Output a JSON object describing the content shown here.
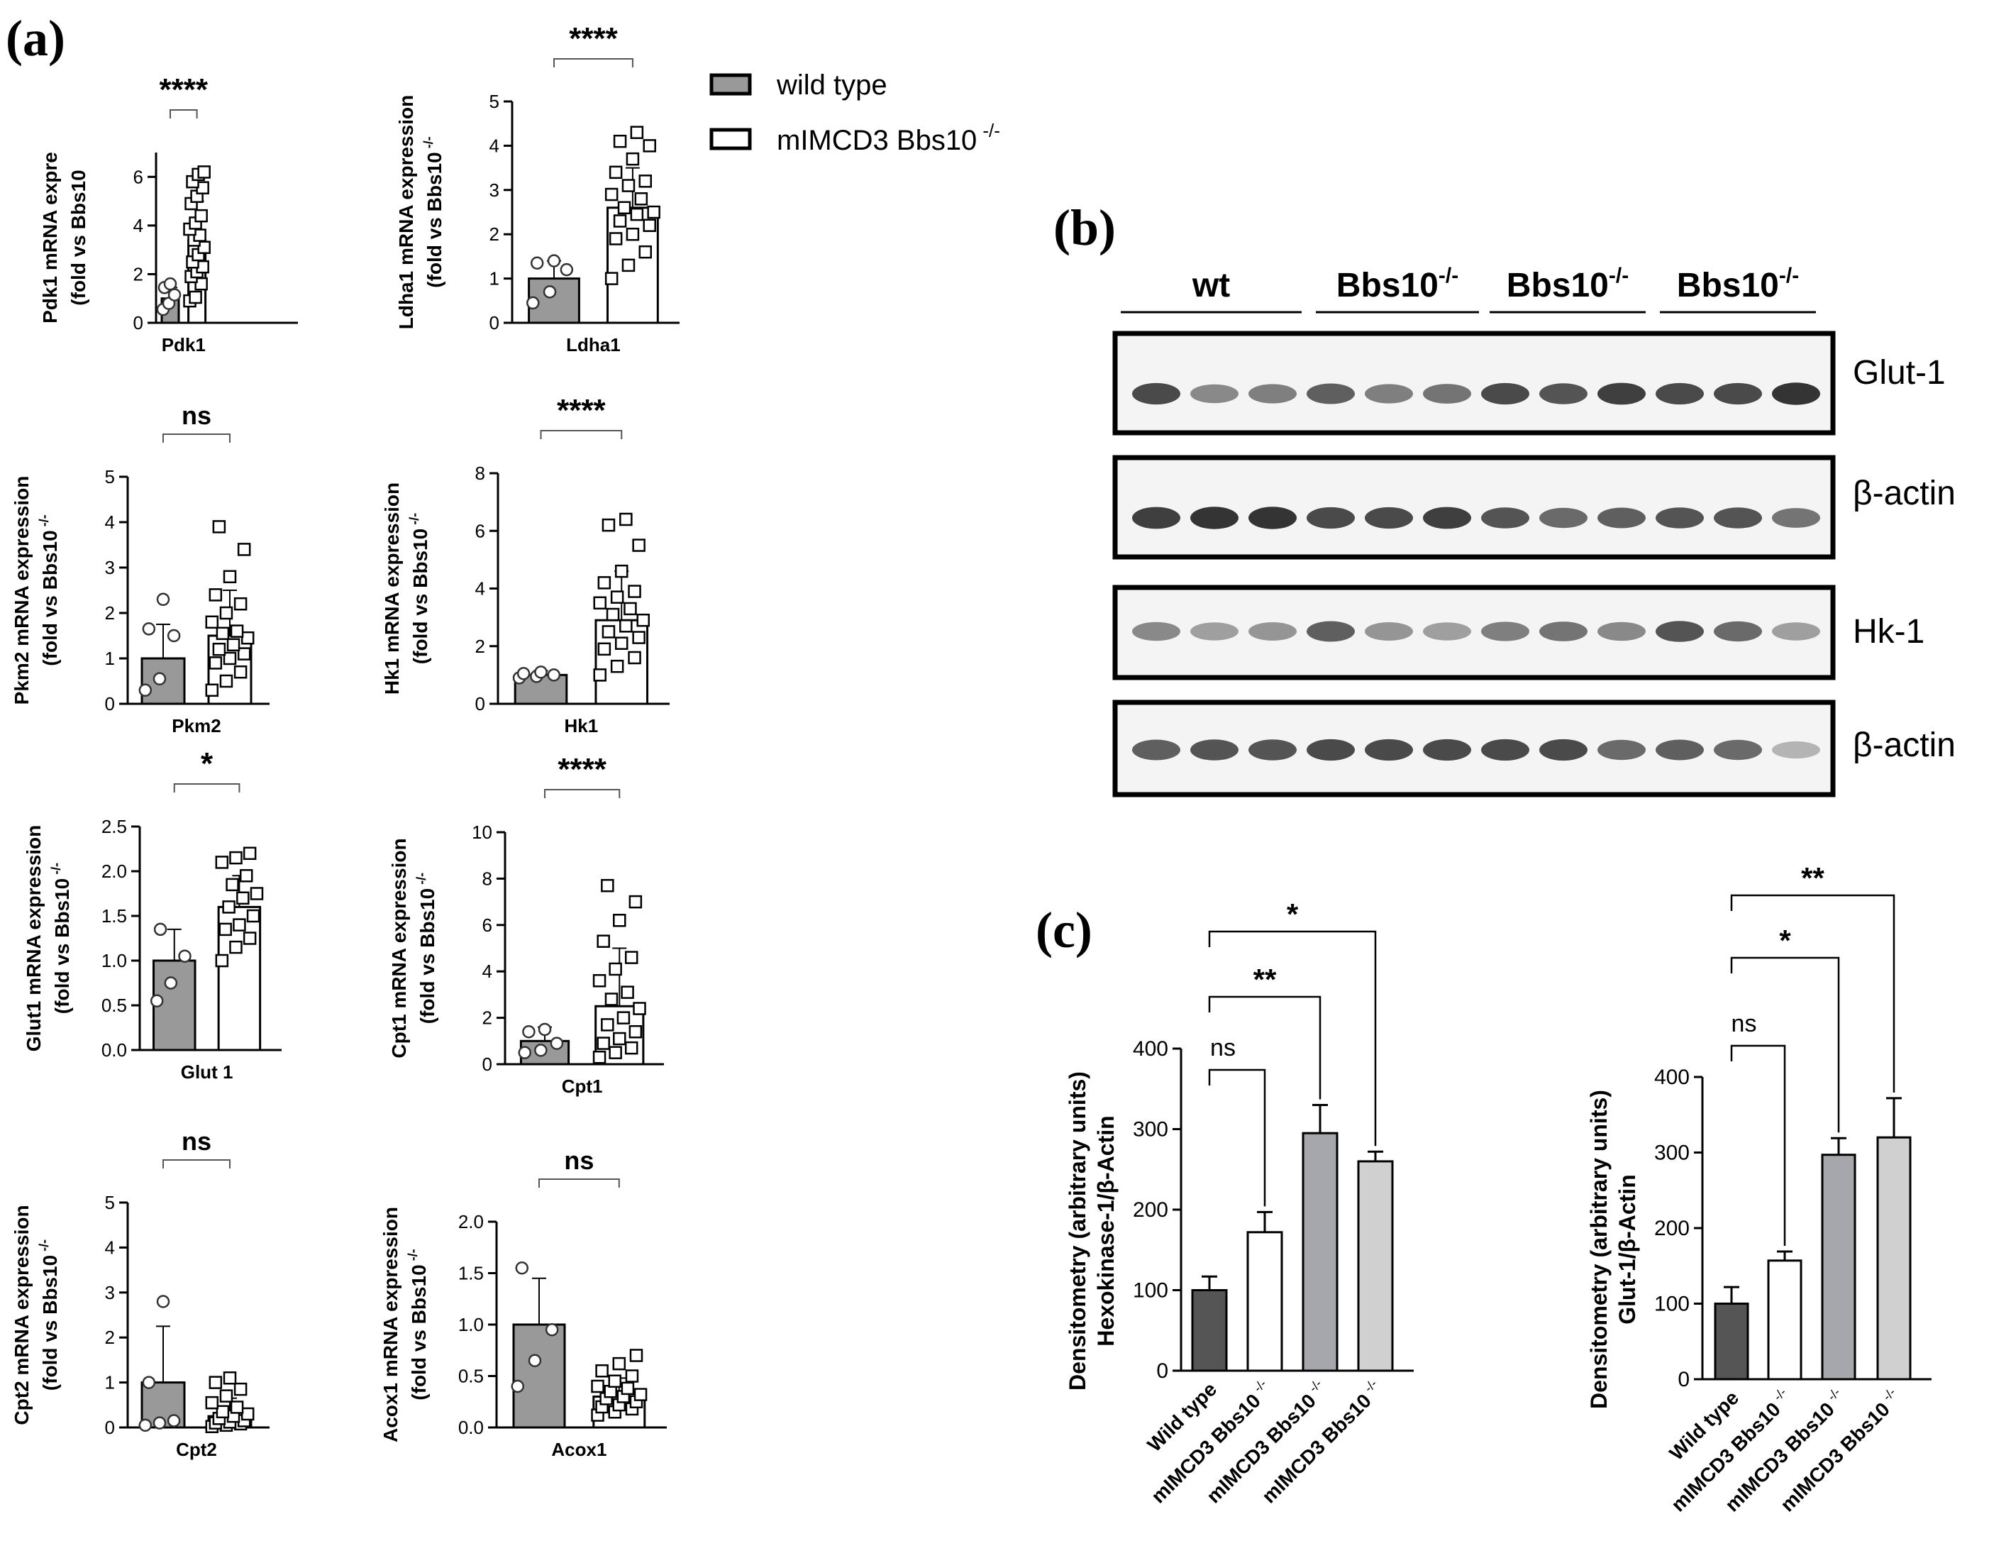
{
  "panels": {
    "a": "(a)",
    "b": "(b)",
    "c": "(c)"
  },
  "legend": {
    "items": [
      {
        "label": "wild type",
        "fill": "#999999"
      },
      {
        "label": "mIMCD3 Bbs10",
        "sup": "-/-",
        "fill": "#ffffff"
      }
    ]
  },
  "western_blot": {
    "groups": [
      {
        "label": "wt",
        "sup": ""
      },
      {
        "label": "Bbs10",
        "sup": "-/-"
      },
      {
        "label": "Bbs10",
        "sup": "-/-"
      },
      {
        "label": "Bbs10",
        "sup": "-/-"
      }
    ],
    "rows": [
      {
        "label": "Glut-1",
        "intensity": [
          0.85,
          0.55,
          0.6,
          0.75,
          0.6,
          0.65,
          0.85,
          0.8,
          0.9,
          0.85,
          0.85,
          0.95
        ]
      },
      {
        "label": "β-actin",
        "intensity": [
          0.9,
          0.95,
          0.95,
          0.85,
          0.85,
          0.9,
          0.8,
          0.7,
          0.75,
          0.8,
          0.8,
          0.65
        ]
      },
      {
        "label": "Hk-1",
        "intensity": [
          0.55,
          0.45,
          0.5,
          0.75,
          0.5,
          0.45,
          0.6,
          0.65,
          0.55,
          0.8,
          0.7,
          0.45
        ]
      },
      {
        "label": "β-actin",
        "intensity": [
          0.75,
          0.8,
          0.8,
          0.85,
          0.85,
          0.85,
          0.85,
          0.85,
          0.7,
          0.75,
          0.7,
          0.35
        ]
      }
    ]
  },
  "chart_data": [
    {
      "id": "pdk1",
      "type": "bar",
      "ylabel1": "Pdk1 mRNA expre",
      "ylabel2": "(fold vs Bbs10",
      "ylabel2_sup": "",
      "xlabel": "Pdk1",
      "ylim": [
        0,
        7
      ],
      "yticks": [
        0,
        2,
        4,
        6
      ],
      "ytick_labels": [
        "0",
        "2",
        "4",
        "6"
      ],
      "sig": "****",
      "series": [
        {
          "name": "wild type",
          "values": [
            1.0
          ],
          "error": 0.45,
          "points": [
            0.55,
            0.8,
            1.15,
            1.45,
            1.6
          ]
        },
        {
          "name": "mIMCD3 Bbs10 -/-",
          "values": [
            3.4
          ],
          "error": 1.6,
          "points": [
            0.9,
            1.05,
            1.6,
            1.9,
            2.1,
            2.3,
            2.5,
            2.8,
            3.1,
            3.4,
            3.6,
            3.85,
            4.1,
            4.4,
            4.9,
            5.2,
            5.55,
            5.8,
            6.1,
            6.2
          ]
        }
      ]
    },
    {
      "id": "ldha1",
      "type": "bar",
      "ylabel1": "Ldha1 mRNA expression",
      "ylabel2": "(fold vs Bbs10",
      "ylabel2_sup": "-/-",
      "xlabel": "Ldha1",
      "ylim": [
        0,
        5
      ],
      "yticks": [
        0,
        1,
        2,
        3,
        4,
        5
      ],
      "ytick_labels": [
        "0",
        "1",
        "2",
        "3",
        "4",
        "5"
      ],
      "sig": "****",
      "series": [
        {
          "name": "wild type",
          "values": [
            1.0
          ],
          "error": 0.4,
          "points": [
            0.45,
            0.7,
            1.2,
            1.35,
            1.4
          ]
        },
        {
          "name": "mIMCD3 Bbs10 -/-",
          "values": [
            2.6
          ],
          "error": 0.9,
          "points": [
            1.0,
            1.3,
            1.6,
            1.9,
            2.0,
            2.2,
            2.3,
            2.45,
            2.5,
            2.6,
            2.8,
            2.9,
            3.1,
            3.2,
            3.4,
            3.7,
            4.0,
            4.1,
            4.3
          ]
        }
      ]
    },
    {
      "id": "pkm2",
      "type": "bar",
      "ylabel1": "Pkm2 mRNA expression",
      "ylabel2": "(fold vs Bbs10",
      "ylabel2_sup": "-/-",
      "xlabel": "Pkm2",
      "ylim": [
        0,
        5
      ],
      "yticks": [
        0,
        1,
        2,
        3,
        4,
        5
      ],
      "ytick_labels": [
        "0",
        "1",
        "2",
        "3",
        "4",
        "5"
      ],
      "sig": "ns",
      "series": [
        {
          "name": "wild type",
          "values": [
            1.0
          ],
          "error": 0.75,
          "points": [
            0.3,
            0.55,
            1.5,
            1.65,
            2.3
          ]
        },
        {
          "name": "mIMCD3 Bbs10 -/-",
          "values": [
            1.5
          ],
          "error": 1.0,
          "points": [
            0.3,
            0.5,
            0.7,
            0.9,
            1.0,
            1.1,
            1.2,
            1.3,
            1.45,
            1.55,
            1.6,
            1.8,
            2.0,
            2.2,
            2.4,
            2.8,
            3.4,
            3.9
          ]
        }
      ]
    },
    {
      "id": "hk1",
      "type": "bar",
      "ylabel1": "Hk1 mRNA expression",
      "ylabel2": "(fold vs Bbs10",
      "ylabel2_sup": "-/-",
      "xlabel": "Hk1",
      "ylim": [
        0,
        8
      ],
      "yticks": [
        0,
        2,
        4,
        6,
        8
      ],
      "ytick_labels": [
        "0",
        "2",
        "4",
        "6",
        "8"
      ],
      "sig": "****",
      "series": [
        {
          "name": "wild type",
          "values": [
            1.0
          ],
          "error": 0.15,
          "points": [
            0.9,
            0.95,
            1.0,
            1.05,
            1.1
          ]
        },
        {
          "name": "mIMCD3 Bbs10 -/-",
          "values": [
            2.9
          ],
          "error": 1.7,
          "points": [
            1.0,
            1.3,
            1.6,
            1.9,
            2.1,
            2.3,
            2.5,
            2.7,
            2.9,
            3.1,
            3.3,
            3.5,
            3.7,
            3.9,
            4.2,
            4.6,
            5.5,
            6.2,
            6.4
          ]
        }
      ]
    },
    {
      "id": "glut1",
      "type": "bar",
      "ylabel1": "Glut1 mRNA expression",
      "ylabel2": "(fold vs Bbs10",
      "ylabel2_sup": "-/-",
      "xlabel": "Glut 1",
      "ylim": [
        0,
        2.5
      ],
      "yticks": [
        0,
        0.5,
        1.0,
        1.5,
        2.0,
        2.5
      ],
      "ytick_labels": [
        "0.0",
        "0.5",
        "1.0",
        "1.5",
        "2.0",
        "2.5"
      ],
      "sig": "*",
      "series": [
        {
          "name": "wild type",
          "values": [
            1.0
          ],
          "error": 0.35,
          "points": [
            0.55,
            0.75,
            1.05,
            1.35
          ]
        },
        {
          "name": "mIMCD3 Bbs10 -/-",
          "values": [
            1.6
          ],
          "error": 0.35,
          "points": [
            1.0,
            1.15,
            1.25,
            1.35,
            1.4,
            1.5,
            1.6,
            1.7,
            1.75,
            1.85,
            1.95,
            2.1,
            2.15,
            2.2
          ]
        }
      ]
    },
    {
      "id": "cpt1",
      "type": "bar",
      "ylabel1": "Cpt1 mRNA expression",
      "ylabel2": "(fold vs Bbs10",
      "ylabel2_sup": "-/-",
      "xlabel": "Cpt1",
      "ylim": [
        0,
        10
      ],
      "yticks": [
        0,
        2,
        4,
        6,
        8,
        10
      ],
      "ytick_labels": [
        "0",
        "2",
        "4",
        "6",
        "8",
        "10"
      ],
      "sig": "****",
      "series": [
        {
          "name": "wild type",
          "values": [
            1.0
          ],
          "error": 0.6,
          "points": [
            0.5,
            0.6,
            0.9,
            1.4,
            1.5
          ]
        },
        {
          "name": "mIMCD3 Bbs10 -/-",
          "values": [
            2.5
          ],
          "error": 2.5,
          "points": [
            0.3,
            0.5,
            0.7,
            0.9,
            1.1,
            1.4,
            1.7,
            2.0,
            2.4,
            2.8,
            3.1,
            3.6,
            4.1,
            4.6,
            5.3,
            6.2,
            7.0,
            7.7
          ]
        }
      ]
    },
    {
      "id": "cpt2",
      "type": "bar",
      "ylabel1": "Cpt2 mRNA expression",
      "ylabel2": "(fold vs Bbs10",
      "ylabel2_sup": "-/-",
      "xlabel": "Cpt2",
      "ylim": [
        0,
        5
      ],
      "yticks": [
        0,
        1,
        2,
        3,
        4,
        5
      ],
      "ytick_labels": [
        "0",
        "1",
        "2",
        "3",
        "4",
        "5"
      ],
      "sig": "ns",
      "series": [
        {
          "name": "wild type",
          "values": [
            1.0
          ],
          "error": 1.25,
          "points": [
            0.05,
            0.1,
            0.15,
            1.0,
            2.8
          ]
        },
        {
          "name": "mIMCD3 Bbs10 -/-",
          "values": [
            0.25
          ],
          "error": 0.4,
          "points": [
            0.02,
            0.05,
            0.08,
            0.1,
            0.12,
            0.15,
            0.2,
            0.25,
            0.3,
            0.35,
            0.45,
            0.55,
            0.7,
            0.85,
            1.0,
            1.1
          ]
        }
      ]
    },
    {
      "id": "acox1",
      "type": "bar",
      "ylabel1": "Acox1 mRNA expression",
      "ylabel2": "(fold vs Bbs10",
      "ylabel2_sup": "-/-",
      "xlabel": "Acox1",
      "ylim": [
        0,
        2.0
      ],
      "yticks": [
        0,
        0.5,
        1.0,
        1.5,
        2.0
      ],
      "ytick_labels": [
        "0.0",
        "0.5",
        "1.0",
        "1.5",
        "2.0"
      ],
      "sig": "ns",
      "series": [
        {
          "name": "wild type",
          "values": [
            1.0
          ],
          "error": 0.45,
          "points": [
            0.4,
            0.65,
            0.95,
            1.55
          ]
        },
        {
          "name": "mIMCD3 Bbs10 -/-",
          "values": [
            0.3
          ],
          "error": 0.18,
          "points": [
            0.12,
            0.15,
            0.18,
            0.2,
            0.22,
            0.25,
            0.28,
            0.3,
            0.32,
            0.35,
            0.38,
            0.4,
            0.45,
            0.5,
            0.55,
            0.62,
            0.7
          ]
        }
      ]
    },
    {
      "id": "hk1_densitometry",
      "type": "bar",
      "ylabel1": "Densitometry (arbitrary units)",
      "ylabel2": "Hexokinase-1/β-Actin",
      "ylim": [
        0,
        400
      ],
      "yticks": [
        0,
        100,
        200,
        300,
        400
      ],
      "ytick_labels": [
        "0",
        "100",
        "200",
        "300",
        "400"
      ],
      "categories": [
        "Wild type",
        "mIMCD3 Bbs10",
        "mIMCD3 Bbs10",
        "mIMCD3 Bbs10"
      ],
      "category_sups": [
        "",
        "-/-",
        "-/-",
        "-/-"
      ],
      "values": [
        100,
        172,
        295,
        260
      ],
      "errors": [
        17,
        25,
        35,
        12
      ],
      "colors": [
        "#555555",
        "#ffffff",
        "#a6a6ad",
        "#d0d0d0"
      ],
      "comparisons": [
        {
          "from": 0,
          "to": 1,
          "label": "ns"
        },
        {
          "from": 0,
          "to": 2,
          "label": "**"
        },
        {
          "from": 0,
          "to": 3,
          "label": "*"
        }
      ]
    },
    {
      "id": "glut1_densitometry",
      "type": "bar",
      "ylabel1": "Densitometry (arbitrary units)",
      "ylabel2": "Glut-1/β-Actin",
      "ylim": [
        0,
        400
      ],
      "yticks": [
        0,
        100,
        200,
        300,
        400
      ],
      "ytick_labels": [
        "0",
        "100",
        "200",
        "300",
        "400"
      ],
      "categories": [
        "Wild type",
        "mIMCD3 Bbs10",
        "mIMCD3 Bbs10",
        "mIMCD3 Bbs10"
      ],
      "category_sups": [
        "",
        "-/-",
        "-/-",
        "-/-"
      ],
      "values": [
        100,
        157,
        297,
        320
      ],
      "errors": [
        22,
        12,
        22,
        52
      ],
      "colors": [
        "#555555",
        "#ffffff",
        "#a6a6ad",
        "#d0d0d0"
      ],
      "comparisons": [
        {
          "from": 0,
          "to": 1,
          "label": "ns"
        },
        {
          "from": 0,
          "to": 2,
          "label": "*"
        },
        {
          "from": 0,
          "to": 3,
          "label": "**"
        }
      ]
    }
  ]
}
